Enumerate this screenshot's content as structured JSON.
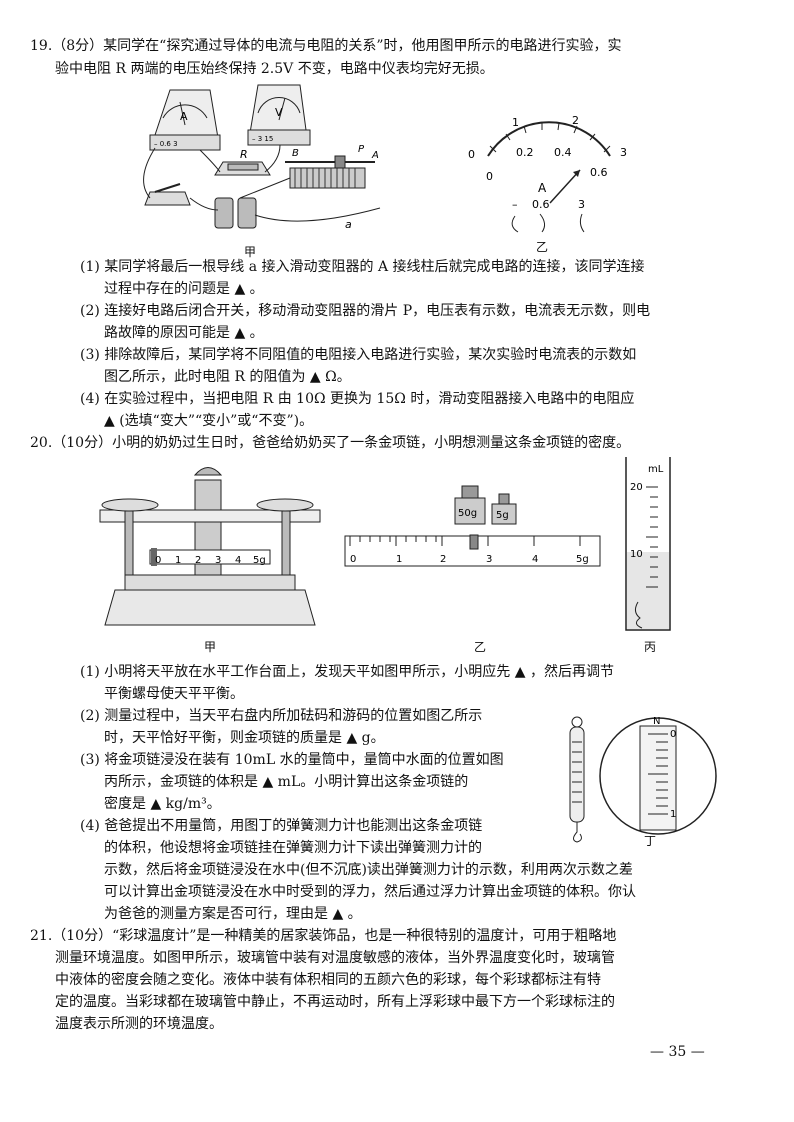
{
  "q19": {
    "head": "19.（8分）某同学在“探究通过导体的电流与电阻的关系”时，他用图甲所示的电路进行实验，实",
    "head2": "验中电阻 R 两端的电压始终保持 2.5V 不变，电路中仪表均完好无损。",
    "fig_jia_label": "甲",
    "fig_yi_label": "乙",
    "meterA_letter": "A",
    "meterV_letter": "V",
    "meterA_terms": "– 0.6 3",
    "meterV_terms": "– 3 15",
    "labels": {
      "R": "R",
      "B": "B",
      "P": "P",
      "A": "A",
      "a": "a"
    },
    "ammeter_scale_top": [
      "0",
      "1",
      "2",
      "3"
    ],
    "ammeter_scale_bottom": [
      "0",
      "0.2",
      "0.4",
      "0.6"
    ],
    "ammeter_terminals": [
      "–",
      "0.6",
      "3"
    ],
    "ammeter_letter": "A",
    "s1a": "(1) 某同学将最后一根导线 a 接入滑动变阻器的 A 接线柱后就完成电路的连接，该同学连接",
    "s1b": "过程中存在的问题是 ▲ 。",
    "s2a": "(2) 连接好电路后闭合开关，移动滑动变阻器的滑片 P，电压表有示数，电流表无示数，则电",
    "s2b": "路故障的原因可能是 ▲ 。",
    "s3a": "(3) 排除故障后，某同学将不同阻值的电阻接入电路进行实验，某次实验时电流表的示数如",
    "s3b": "图乙所示，此时电阻 R 的阻值为 ▲ Ω。",
    "s4a": "(4) 在实验过程中，当把电阻 R 由 10Ω 更换为 15Ω 时，滑动变阻器接入电路中的电阻应",
    "s4b": "▲ (选填“变大”“变小”或“不变”)。"
  },
  "q20": {
    "head": "20.（10分）小明的奶奶过生日时，爸爸给奶奶买了一条金项链，小明想测量这条金项链的密度。",
    "fig_jia_label": "甲",
    "fig_yi_label": "乙",
    "fig_bing_label": "丙",
    "fig_ding_label": "丁",
    "balance_scale": [
      "0",
      "1",
      "2",
      "3",
      "4",
      "5g"
    ],
    "weights": [
      "50g",
      "5g"
    ],
    "rider_scale": [
      "0",
      "1",
      "2",
      "3",
      "4",
      "5g"
    ],
    "cylinder_unit": "mL",
    "cylinder_marks": [
      "20",
      "10"
    ],
    "spring_marks": [
      "N",
      "0",
      "1"
    ],
    "s1a": "(1) 小明将天平放在水平工作台面上，发现天平如图甲所示，小明应先 ▲ ，然后再调节",
    "s1b": "平衡螺母使天平平衡。",
    "s2a": "(2) 测量过程中，当天平右盘内所加砝码和游码的位置如图乙所示",
    "s2b": "时，天平恰好平衡，则金项链的质量是 ▲ g。",
    "s3a": "(3) 将金项链浸没在装有 10mL 水的量筒中，量筒中水面的位置如图",
    "s3b": "丙所示，金项链的体积是 ▲ mL。小明计算出这条金项链的",
    "s3c": "密度是 ▲ kg/m³。",
    "s4a": "(4) 爸爸提出不用量筒，用图丁的弹簧测力计也能测出这条金项链",
    "s4b": "的体积，他设想将金项链挂在弹簧测力计下读出弹簧测力计的",
    "s4c": "示数，然后将金项链浸没在水中(但不沉底)读出弹簧测力计的示数，利用两次示数之差",
    "s4d": "可以计算出金项链浸没在水中时受到的浮力，然后通过浮力计算出金项链的体积。你认",
    "s4e": "为爸爸的测量方案是否可行，理由是 ▲ 。"
  },
  "q21": {
    "l1": "21.（10分）“彩球温度计”是一种精美的居家装饰品，也是一种很特别的温度计，可用于粗略地",
    "l2": "测量环境温度。如图甲所示，玻璃管中装有对温度敏感的液体，当外界温度变化时，玻璃管",
    "l3": "中液体的密度会随之变化。液体中装有体积相同的五颜六色的彩球，每个彩球都标注有特",
    "l4": "定的温度。当彩球都在玻璃管中静止，不再运动时，所有上浮彩球中最下方一个彩球标注的",
    "l5": "温度表示所测的环境温度。"
  },
  "page_number": "— 35 —"
}
